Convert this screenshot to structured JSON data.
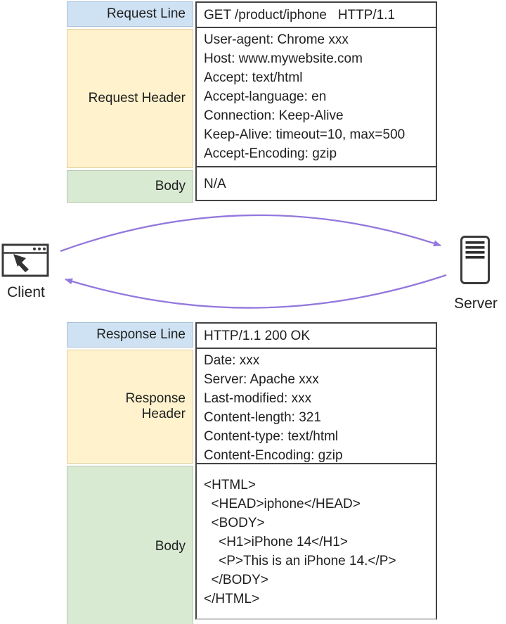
{
  "request_table": {
    "line_label": "Request Line",
    "line_value": "GET /product/iphone   HTTP/1.1",
    "header_label": "Request Header",
    "header_lines": [
      "User-agent: Chrome xxx",
      "Host: www.mywebsite.com",
      "Accept: text/html",
      "Accept-language: en",
      "Connection: Keep-Alive",
      "Keep-Alive: timeout=10, max=500",
      "Accept-Encoding: gzip"
    ],
    "body_label": "Body",
    "body_value": "N/A"
  },
  "client_label": "Client",
  "server_label": "Server",
  "response_table": {
    "line_label": "Response Line",
    "line_value": "HTTP/1.1 200 OK",
    "header_label": "Response\nHeader",
    "header_lines": [
      "Date: xxx",
      "Server: Apache xxx",
      "Last-modified: xxx",
      "Content-length: 321",
      "Content-type: text/html",
      "Content-Encoding: gzip"
    ],
    "body_label": "Body",
    "body_lines": [
      "<HTML>",
      "  <HEAD>iphone</HEAD>",
      "  <BODY>",
      "    <H1>iPhone 14</H1>",
      "    <P>This is an iPhone 14.</P>",
      "  </BODY>",
      "</HTML>"
    ]
  },
  "icons": {
    "client": "browser-window-with-cursor",
    "server": "server-tower"
  },
  "colors": {
    "row_line_fill": "#cfe2f3",
    "row_header_fill": "#fff2cc",
    "row_body_fill": "#d9ead3",
    "border_dark": "#434343",
    "arrow": "#9478dd",
    "icon_stroke": "#3a3a3a"
  }
}
